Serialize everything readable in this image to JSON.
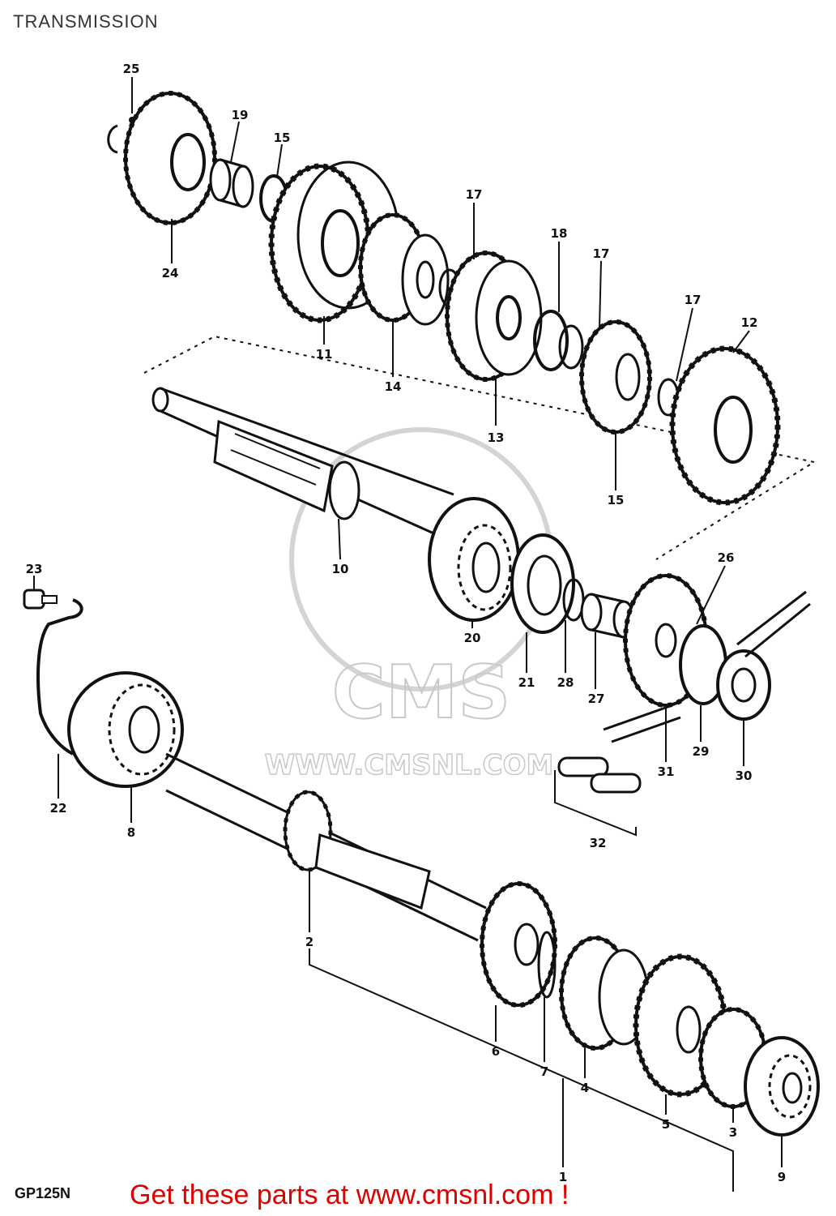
{
  "page": {
    "title": "TRANSMISSION"
  },
  "watermark": {
    "brand": "CMS",
    "url": "WWW.CMSNL.COM"
  },
  "labels": [
    "25",
    "19",
    "15",
    "24",
    "11",
    "14",
    "17",
    "18",
    "17",
    "17",
    "12",
    "13",
    "15",
    "10",
    "20",
    "21",
    "28",
    "27",
    "26",
    "29",
    "30",
    "31",
    "32",
    "23",
    "22",
    "8",
    "2",
    "6",
    "7",
    "4",
    "5",
    "3",
    "9",
    "1"
  ],
  "footer": {
    "model_code": "GP125N",
    "promo": "Get these parts at www.cmsnl.com !",
    "promo_color": "#e00000"
  }
}
